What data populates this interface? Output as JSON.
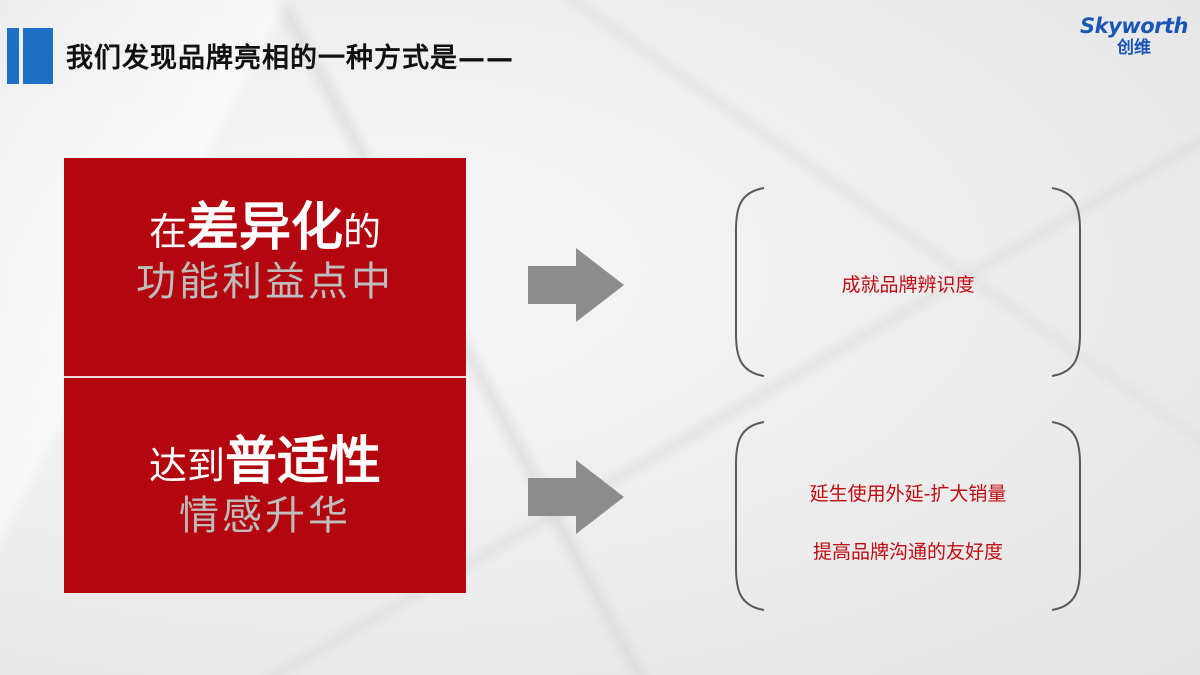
{
  "header": {
    "title": "我们发现品牌亮相的一种方式是——",
    "accent_color": "#1f6fc5"
  },
  "brand": {
    "name_en": "Skyworth",
    "name_zh": "创维",
    "color": "#1a56b4"
  },
  "left_panel": {
    "background_color": "#b4060e",
    "block1": {
      "prefix": "在",
      "emphasis": "差异化",
      "suffix": "的",
      "line2": "功能利益点中"
    },
    "block2": {
      "prefix": "达到",
      "emphasis": "普适性",
      "line2": "情感升华"
    }
  },
  "arrows": [
    {
      "icon": "right-arrow-icon",
      "color": "#8c8c8c"
    },
    {
      "icon": "right-arrow-icon",
      "color": "#8c8c8c"
    }
  ],
  "right_panel": {
    "text_color": "#c00a12",
    "bracket1": {
      "lines": [
        "成就品牌辨识度"
      ]
    },
    "bracket2": {
      "lines": [
        "延生使用外延-扩大销量",
        "提高品牌沟通的友好度"
      ]
    }
  }
}
